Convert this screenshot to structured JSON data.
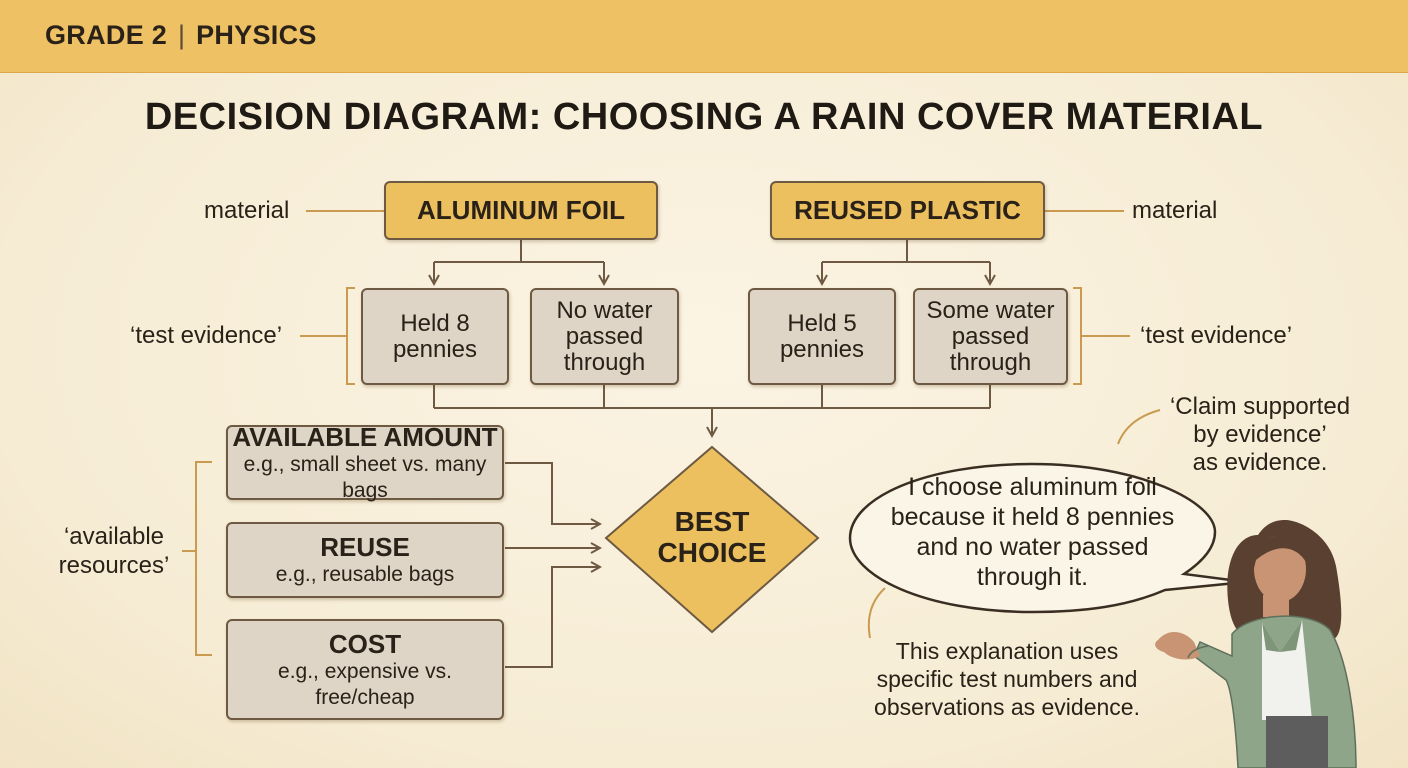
{
  "header": {
    "grade": "GRADE 2",
    "separator": "|",
    "subject": "PHYSICS"
  },
  "title": "DECISION DIAGRAM: CHOOSING A RAIN COVER MATERIAL",
  "materials": [
    {
      "name": "ALUMINUM FOIL",
      "label": "material",
      "evidence": [
        [
          "Held 8",
          "pennies"
        ],
        [
          "No water",
          "passed",
          "through"
        ]
      ]
    },
    {
      "name": "REUSED PLASTIC",
      "label": "material",
      "evidence": [
        [
          "Held 5",
          "pennies"
        ],
        [
          "Some water",
          "passed",
          "through"
        ]
      ]
    }
  ],
  "evidence_label_left": "‘test evidence’",
  "evidence_label_right": "‘test evidence’",
  "resources_label": [
    "‘available",
    "resources’"
  ],
  "resources": [
    {
      "title": "AVAILABLE AMOUNT",
      "example": [
        "e.g., small sheet vs. many bags"
      ]
    },
    {
      "title": "REUSE",
      "example": [
        "e.g., reusable bags"
      ]
    },
    {
      "title": "COST",
      "example": [
        "e.g., expensive vs.",
        "free/cheap"
      ]
    }
  ],
  "decision": [
    "BEST",
    "CHOICE"
  ],
  "speech": [
    "I choose aluminum foil",
    "because it held 8 pennies",
    "and no water passed",
    "through it."
  ],
  "claim_note": [
    "‘Claim supported",
    "by evidence’",
    "as evidence."
  ],
  "explanation_note": [
    "This explanation uses",
    "specific test numbers and",
    "observations as evidence."
  ],
  "colors": {
    "banner": "#eec164",
    "material_box": "#ecc05e",
    "evidence_box": "#ded5c6",
    "diamond": "#ecc05e",
    "line": "#6e5a43",
    "bracket": "#c99a50"
  }
}
